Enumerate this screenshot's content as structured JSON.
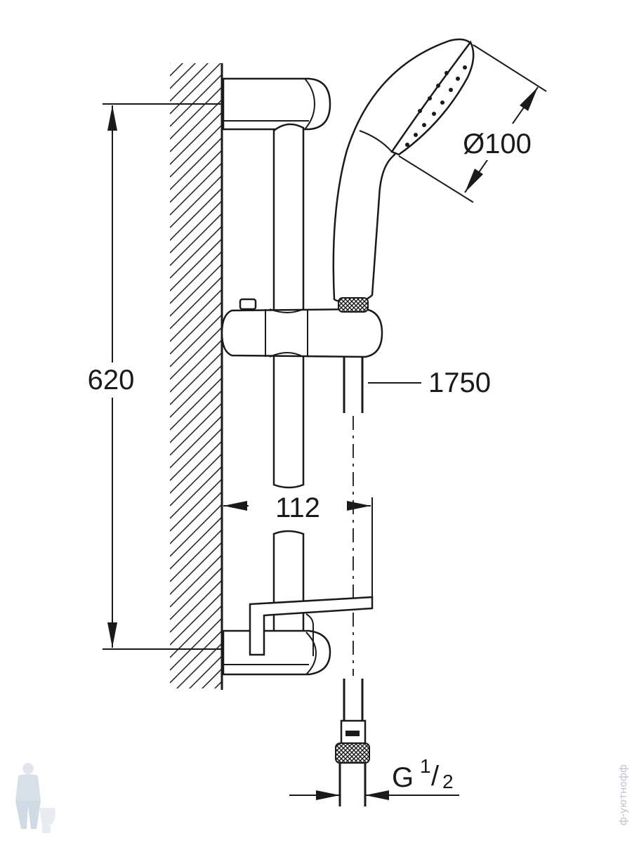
{
  "dimensions": {
    "rail_length": "620",
    "wall_offset": "112",
    "hose_length": "1750",
    "head_diameter": "Ø100",
    "connection_thread_main": "G",
    "connection_thread_num": "1",
    "connection_thread_slash": "/",
    "connection_thread_den": "2"
  },
  "watermark": {
    "side_text": "ф-уютнофф",
    "logo": "plumber-mascot-icon"
  },
  "colors": {
    "line": "#1a1a1a",
    "watermark": "#bcc3cc"
  }
}
